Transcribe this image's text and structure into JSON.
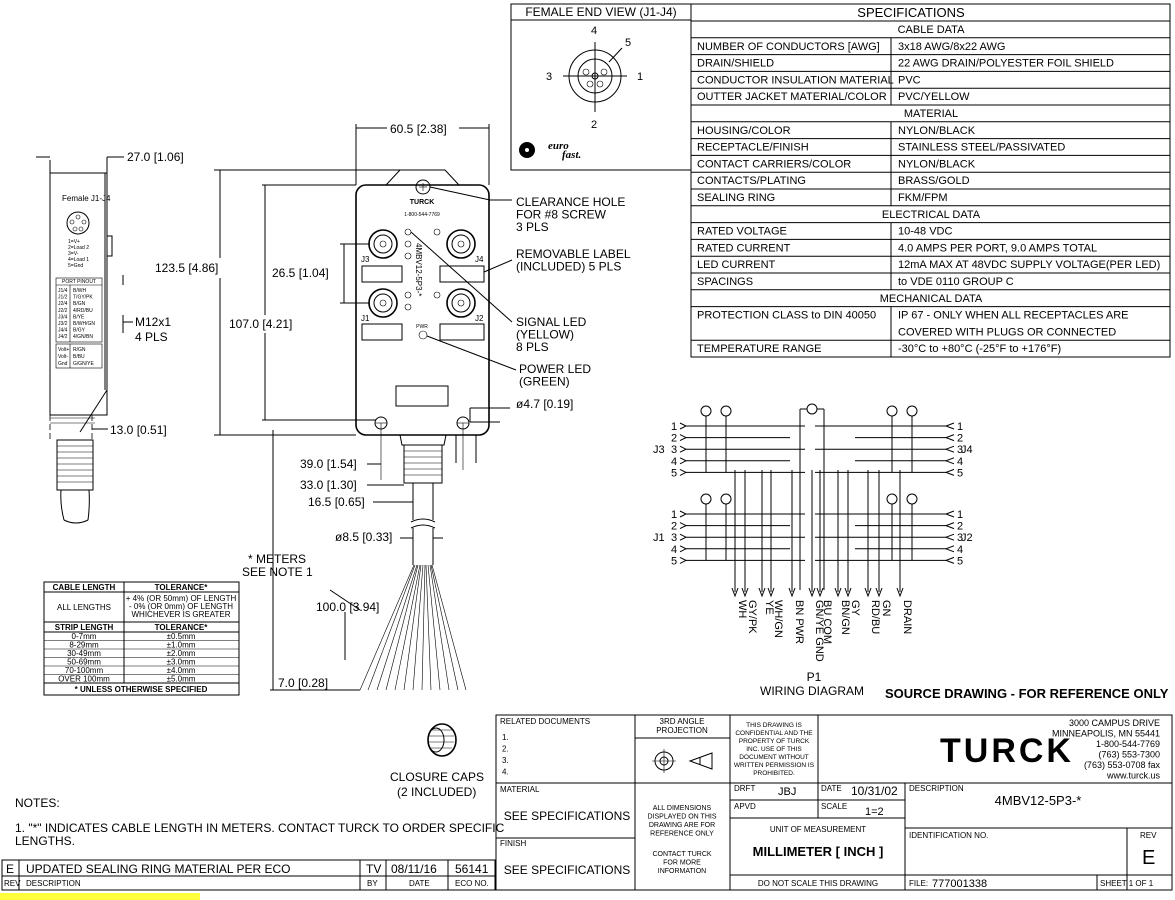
{
  "end_view": {
    "title": "FEMALE END VIEW (J1-J4)",
    "pins": [
      "1",
      "2",
      "3",
      "4",
      "5"
    ]
  },
  "logo": {
    "brand_line1": "euro",
    "brand_line2": "fast."
  },
  "specifications": {
    "title": "SPECIFICATIONS",
    "sections": [
      {
        "heading": "CABLE DATA",
        "rows": [
          {
            "label": "NUMBER OF CONDUCTORS [AWG]",
            "value": "3x18 AWG/8x22 AWG"
          },
          {
            "label": "DRAIN/SHIELD",
            "value": "22 AWG DRAIN/POLYESTER FOIL SHIELD"
          },
          {
            "label": "CONDUCTOR INSULATION MATERIAL",
            "value": "PVC"
          },
          {
            "label": "OUTTER JACKET MATERIAL/COLOR",
            "value": "PVC/YELLOW"
          }
        ]
      },
      {
        "heading": "MATERIAL",
        "rows": [
          {
            "label": "HOUSING/COLOR",
            "value": "NYLON/BLACK"
          },
          {
            "label": "RECEPTACLE/FINISH",
            "value": "STAINLESS STEEL/PASSIVATED"
          },
          {
            "label": "CONTACT CARRIERS/COLOR",
            "value": "NYLON/BLACK"
          },
          {
            "label": "CONTACTS/PLATING",
            "value": "BRASS/GOLD"
          },
          {
            "label": "SEALING RING",
            "value": "FKM/FPM"
          }
        ]
      },
      {
        "heading": "ELECTRICAL DATA",
        "rows": [
          {
            "label": "RATED VOLTAGE",
            "value": "10-48 VDC"
          },
          {
            "label": "RATED CURRENT",
            "value": "4.0 AMPS PER PORT, 9.0 AMPS TOTAL"
          },
          {
            "label": "LED CURRENT",
            "value": "12mA MAX AT 48VDC SUPPLY VOLTAGE(PER LED)"
          },
          {
            "label": "SPACINGS",
            "value": "to VDE 0110 GROUP C"
          }
        ]
      },
      {
        "heading": "MECHANICAL DATA",
        "rows": [
          {
            "label": "PROTECTION CLASS to DIN 40050",
            "value": "IP 67 - ONLY WHEN ALL RECEPTACLES ARE",
            "value2": "COVERED WITH PLUGS OR CONNECTED"
          },
          {
            "label": "TEMPERATURE RANGE",
            "value": "-30°C to +80°C (-25°F to +176°F)"
          }
        ]
      }
    ]
  },
  "side_view": {
    "dim_width": "27.0 [1.06]",
    "dim_bottom": "13.0 [0.51]",
    "thread": "M12x1",
    "thread_qty": "4 PLS",
    "label_title": "Female J1-J4",
    "label_pins": [
      "1=V+",
      "2=Load 2",
      "3=V-",
      "4=Load 1",
      "5=Gnd"
    ],
    "label_table_title": "PORT PINOUT",
    "label_rows": [
      [
        "J1/4",
        "B/WH"
      ],
      [
        "J1/2",
        "T/GY/PK"
      ],
      [
        "J2/4",
        "B/GN"
      ],
      [
        "J2/2",
        "4/RD/BU"
      ],
      [
        "J3/4",
        "B/YE"
      ],
      [
        "J3/2",
        "B/WH/GN"
      ],
      [
        "J4/4",
        "B/GY"
      ],
      [
        "J4/2",
        "4/GN/BN"
      ]
    ],
    "label_rows2": [
      [
        "Volt+",
        "R/GN"
      ],
      [
        "Volt-",
        "B/BU"
      ],
      [
        "Gnd",
        "G/GN/YE"
      ]
    ]
  },
  "front_view": {
    "dim_width": "60.5 [2.38]",
    "dim_height": "123.5 [4.86]",
    "dim_body": "107.0 [4.21]",
    "dim_spacing": "26.5 [1.04]",
    "dim_hole": "ø4.7 [0.19]",
    "dim_39": "39.0 [1.54]",
    "dim_33": "33.0 [1.30]",
    "dim_16": "16.5 [0.65]",
    "dim_cable": "ø8.5 [0.33]",
    "dim_100": "100.0 [3.94]",
    "dim_7": "7.0 [0.28]",
    "meters": "* METERS",
    "see_note": "SEE NOTE 1",
    "part_vertical": "4MBV12-5P3-*",
    "phone_small": "1-800-544-7769",
    "ports": [
      "J3",
      "J4",
      "J1",
      "J2"
    ],
    "pwr": "PWR",
    "callouts": [
      [
        "CLEARANCE HOLE",
        "FOR #8 SCREW",
        "3 PLS"
      ],
      [
        "REMOVABLE LABEL",
        "(INCLUDED) 5 PLS"
      ],
      [
        "SIGNAL LED",
        "(YELLOW)",
        "8 PLS"
      ],
      [
        "POWER LED",
        "(GREEN)"
      ]
    ]
  },
  "tolerance_table": {
    "h1": "CABLE LENGTH",
    "h2": "TOLERANCE*",
    "all_lengths": "ALL LENGTHS",
    "tol_lines": [
      "+ 4% (OR 50mm) OF LENGTH",
      "- 0% (OR 0mm) OF LENGTH",
      "WHICHEVER IS GREATER"
    ],
    "h3": "STRIP LENGTH",
    "h4": "TOLERANCE*",
    "rows": [
      [
        "0-7mm",
        "±0.5mm"
      ],
      [
        "8-29mm",
        "±1.0mm"
      ],
      [
        "30-49mm",
        "±2.0mm"
      ],
      [
        "50-69mm",
        "±3.0mm"
      ],
      [
        "70-100mm",
        "±4.0mm"
      ],
      [
        "OVER 100mm",
        "±5.0mm"
      ]
    ],
    "footer": "* UNLESS OTHERWISE SPECIFIED"
  },
  "closure": {
    "line1": "CLOSURE CAPS",
    "line2": "(2 INCLUDED)"
  },
  "wiring": {
    "title_p1": "P1",
    "title": "WIRING DIAGRAM",
    "source_note": "SOURCE DRAWING - FOR REFERENCE ONLY",
    "ports": [
      "J3",
      "J4",
      "J1",
      "J2"
    ],
    "pins": [
      "1",
      "2",
      "3",
      "4",
      "5"
    ],
    "wire_labels": [
      "WH",
      "GY/PK",
      "YE",
      "WH/GN",
      "BN PWR",
      "GN/YE GND",
      "BU COM",
      "BN/GN",
      "GY",
      "RD/BU",
      "GN",
      "DRAIN"
    ]
  },
  "notes": {
    "title": "NOTES:",
    "line1": "1. \"*\" INDICATES CABLE LENGTH IN METERS. CONTACT TURCK TO ORDER SPECIFIC",
    "line2": "LENGTHS."
  },
  "revision": {
    "rev": "E",
    "description": "UPDATED SEALING RING MATERIAL PER ECO",
    "by": "TV",
    "date": "08/11/16",
    "eco": "56141",
    "h_rev": "REV",
    "h_desc": "DESCRIPTION",
    "h_by": "BY",
    "h_date": "DATE",
    "h_eco": "ECO NO."
  },
  "title_block": {
    "related_documents": "RELATED DOCUMENTS",
    "related": [
      "1.",
      "2.",
      "3.",
      "4."
    ],
    "projection": [
      "3RD ANGLE",
      "PROJECTION"
    ],
    "confidential": [
      "THIS DRAWING IS",
      "CONFIDENTIAL AND THE",
      "PROPERTY OF TURCK",
      "INC. USE OF THIS",
      "DOCUMENT WITHOUT",
      "WRITTEN PERMISSION IS",
      "PROHIBITED."
    ],
    "company": "TURCK",
    "address": [
      "3000 CAMPUS DRIVE",
      "MINNEAPOLIS, MN 55441",
      "1-800-544-7769",
      "(763) 553-7300",
      "(763) 553-0708 fax",
      "www.turck.us"
    ],
    "material_label": "MATERIAL",
    "material_value": "SEE SPECIFICATIONS",
    "finish_label": "FINISH",
    "finish_value": "SEE SPECIFICATIONS",
    "dims": [
      "ALL DIMENSIONS",
      "DISPLAYED ON THIS",
      "DRAWING ARE FOR",
      "REFERENCE ONLY"
    ],
    "contact": [
      "CONTACT TURCK",
      "FOR MORE",
      "INFORMATION"
    ],
    "drft_label": "DRFT",
    "drft_value": "JBJ",
    "date_label": "DATE",
    "date_value": "10/31/02",
    "apvd_label": "APVD",
    "scale_label": "SCALE",
    "scale_value": "1=2",
    "uom_label": "UNIT OF MEASUREMENT",
    "uom_value": "MILLIMETER [ INCH ]",
    "no_scale": "DO NOT SCALE THIS DRAWING",
    "desc_label": "DESCRIPTION",
    "desc_value": "4MBV12-5P3-*",
    "ident_label": "IDENTIFICATION NO.",
    "rev_label": "REV",
    "rev_value": "E",
    "file_label": "FILE:",
    "file_value": "777001338",
    "sheet": "SHEET 1 OF 1"
  }
}
